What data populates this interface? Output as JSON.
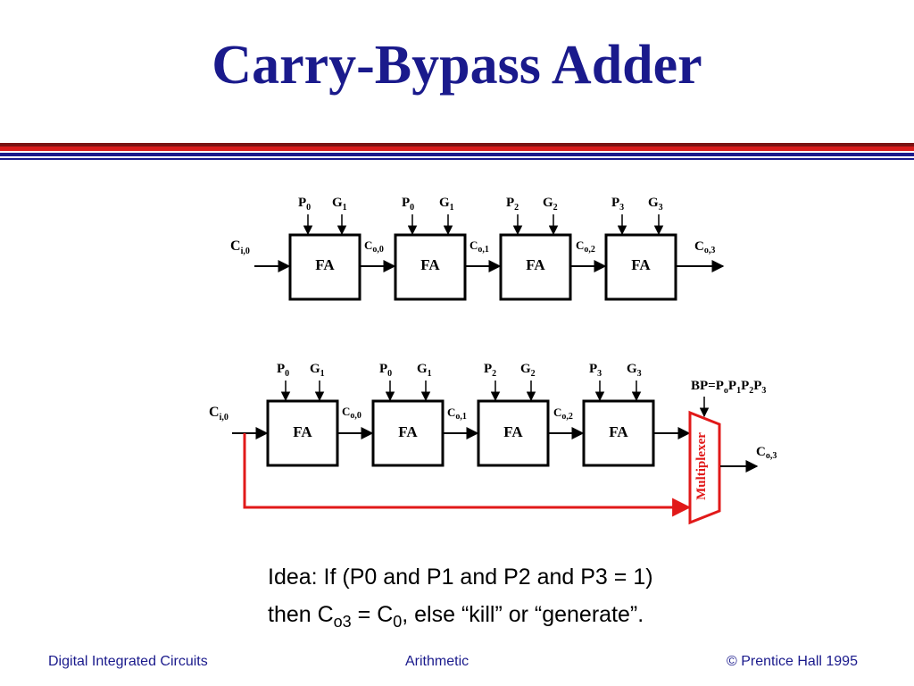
{
  "slide": {
    "title": "Carry-Bypass Adder",
    "band_colors": {
      "dark_red": "#7a1212",
      "red": "#d81b1b",
      "navy": "#1a1a8c"
    },
    "highlight_color": "#e11919"
  },
  "ripple": {
    "blocks": [
      {
        "label": "FA",
        "p_main": "P",
        "p_sub": "0",
        "g_main": "G",
        "g_sub": "1"
      },
      {
        "label": "FA",
        "p_main": "P",
        "p_sub": "0",
        "g_main": "G",
        "g_sub": "1"
      },
      {
        "label": "FA",
        "p_main": "P",
        "p_sub": "2",
        "g_main": "G",
        "g_sub": "2"
      },
      {
        "label": "FA",
        "p_main": "P",
        "p_sub": "3",
        "g_main": "G",
        "g_sub": "3"
      }
    ],
    "carry_in": {
      "main": "C",
      "sub": "i,0"
    },
    "carries": [
      {
        "main": "C",
        "sub": "o,0"
      },
      {
        "main": "C",
        "sub": "o,1"
      },
      {
        "main": "C",
        "sub": "o,2"
      },
      {
        "main": "C",
        "sub": "o,3"
      }
    ]
  },
  "bypass": {
    "blocks": [
      {
        "label": "FA",
        "p_main": "P",
        "p_sub": "0",
        "g_main": "G",
        "g_sub": "1"
      },
      {
        "label": "FA",
        "p_main": "P",
        "p_sub": "0",
        "g_main": "G",
        "g_sub": "1"
      },
      {
        "label": "FA",
        "p_main": "P",
        "p_sub": "2",
        "g_main": "G",
        "g_sub": "2"
      },
      {
        "label": "FA",
        "p_main": "P",
        "p_sub": "3",
        "g_main": "G",
        "g_sub": "3"
      }
    ],
    "carry_in": {
      "main": "C",
      "sub": "i,0"
    },
    "carries": [
      {
        "main": "C",
        "sub": "o,0"
      },
      {
        "main": "C",
        "sub": "o,1"
      },
      {
        "main": "C",
        "sub": "o,2"
      }
    ],
    "carry_out": {
      "main": "C",
      "sub": "o,3"
    },
    "multiplexer_label": "Multiplexer",
    "bp": {
      "prefix": "BP=P",
      "s0": "o",
      "m1": "P",
      "s1": "1",
      "m2": "P",
      "s2": "2",
      "m3": "P",
      "s3": "3"
    }
  },
  "idea": {
    "line1": "Idea: If (P0 and P1 and P2 and P3 = 1)",
    "line2_a": "then C",
    "line2_sub1": "o3",
    "line2_b": " = C",
    "line2_sub2": "0",
    "line2_c": ", else “kill” or “generate”."
  },
  "footer": {
    "left": "Digital Integrated Circuits",
    "center": "Arithmetic",
    "right": "© Prentice Hall 1995"
  }
}
